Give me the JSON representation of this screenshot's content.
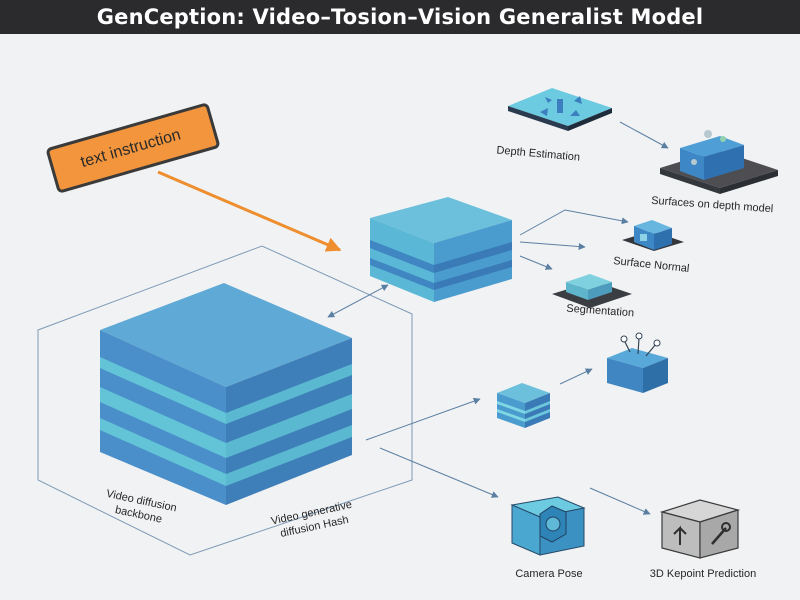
{
  "title": "GenCeption: Video–Tosion–Vision Generalist Model",
  "instruction": "text instruction",
  "backbone_label": [
    "Video diffusion",
    "backbone"
  ],
  "head_label": [
    "Video generative",
    "diffusion Hash"
  ],
  "tasks": {
    "depth": "Depth Estimation",
    "surface_depth": "Surfaces on depth model",
    "surface_normal": "Surface Normal",
    "segmentation": "Segmentation",
    "camera": "Camera Pose",
    "keypoint": "3D Kepoint Prediction"
  },
  "colors": {
    "cube_top": "#69b4d9",
    "cube_mid": "#4a8fc9",
    "stripe": "#5fc2d8",
    "teal": "#67c9da",
    "instruction_fill": "#f2953c",
    "arrow_orange": "#ef8e2e",
    "line": "#6f8fb0"
  }
}
